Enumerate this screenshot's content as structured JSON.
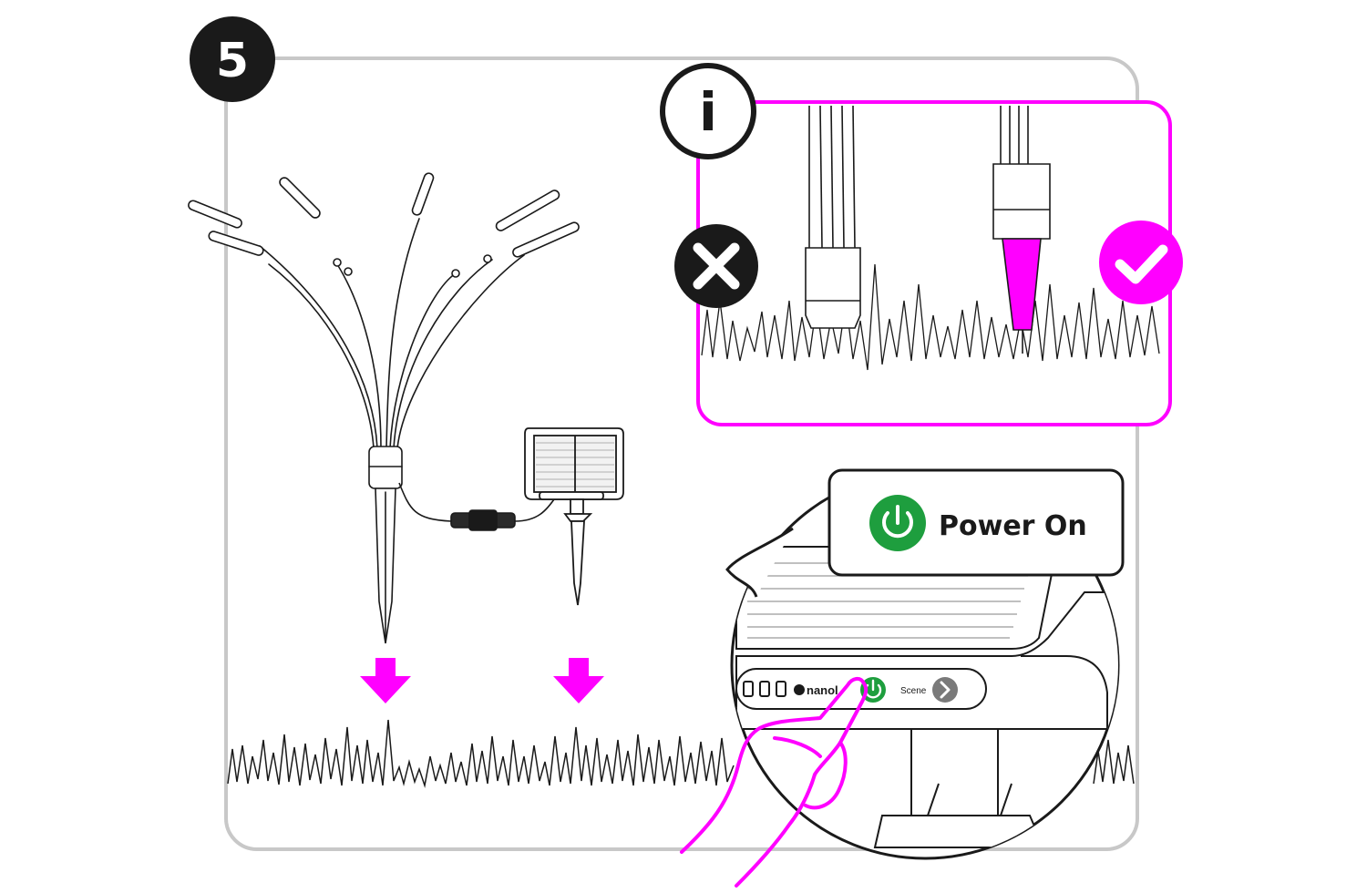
{
  "step": {
    "number": "5"
  },
  "info": {
    "label": "i"
  },
  "callout": {
    "power_label": "Power On"
  },
  "device": {
    "brand": "nanol",
    "scene_label": "Scene"
  },
  "colors": {
    "accent": "#ff00ff",
    "power_green": "#1e9e3e",
    "outline": "#1a1a1a",
    "frame": "#c8c8c8",
    "scene_button": "#7a7a7a"
  },
  "icons": [
    "info-icon",
    "wrong-icon",
    "correct-icon",
    "power-icon",
    "chevron-right-icon",
    "down-arrow-icon",
    "hand-icon"
  ]
}
